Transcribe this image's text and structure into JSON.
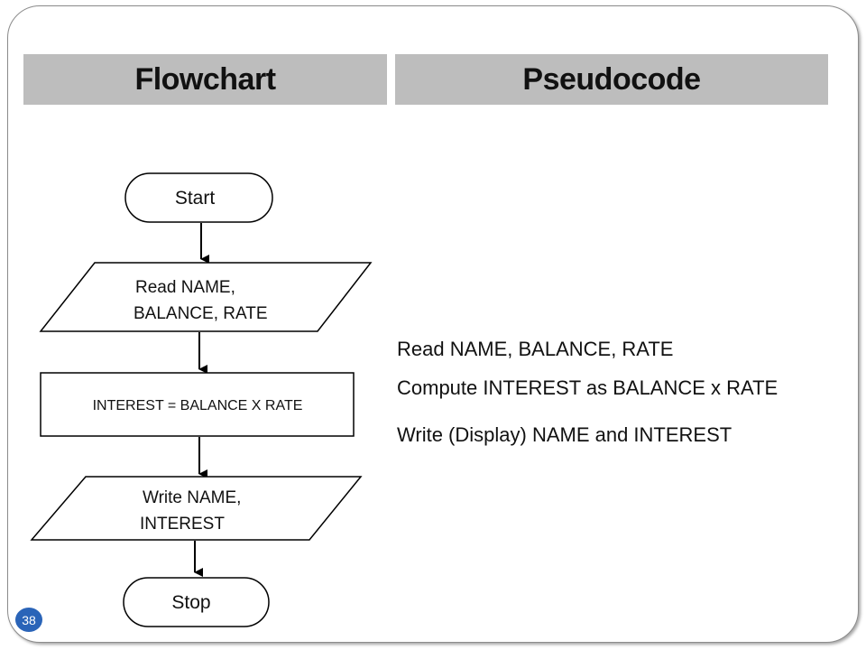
{
  "headers": {
    "flowchart": "Flowchart",
    "pseudocode": "Pseudocode"
  },
  "flowchart": {
    "start": "Start",
    "read": [
      "Read NAME,",
      "BALANCE, RATE"
    ],
    "compute": "INTEREST = BALANCE X RATE",
    "write": [
      "Write NAME,",
      "INTEREST"
    ],
    "stop": "Stop"
  },
  "pseudocode": {
    "lines": [
      "Read NAME, BALANCE, RATE",
      "Compute INTEREST as BALANCE x RATE",
      "Write (Display) NAME and INTEREST"
    ]
  },
  "slide": {
    "page_number": "38"
  }
}
